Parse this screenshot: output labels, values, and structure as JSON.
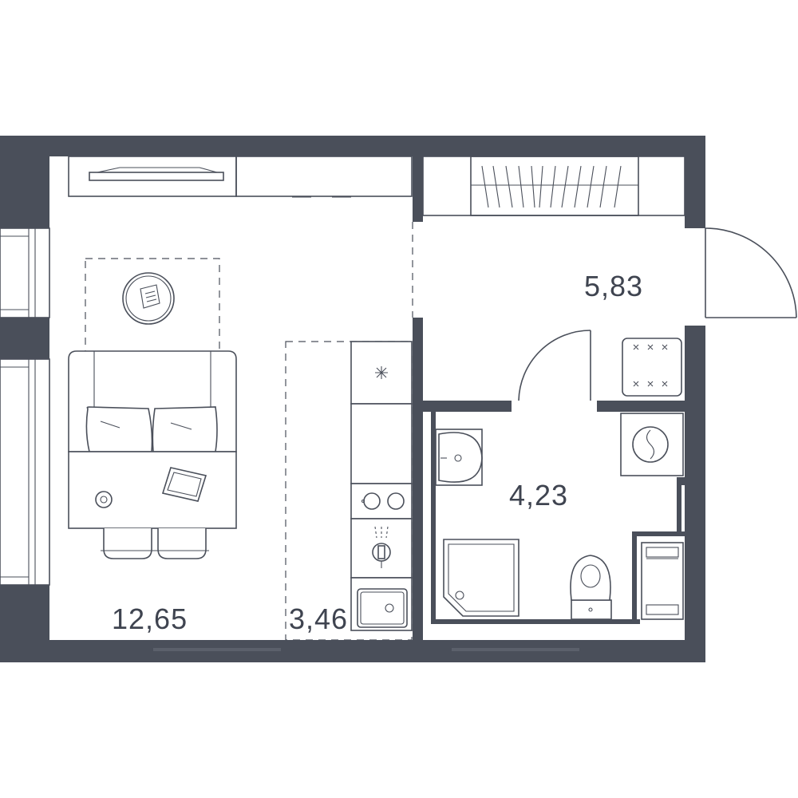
{
  "rooms": [
    {
      "id": "living",
      "area": "12,65"
    },
    {
      "id": "kitchen",
      "area": "3,46"
    },
    {
      "id": "hall",
      "area": "5,83"
    },
    {
      "id": "bathroom",
      "area": "4,23"
    }
  ],
  "colors": {
    "wall": "#4a4f5a",
    "background": "#ffffff"
  },
  "icons": [
    "window-icon",
    "tv-icon",
    "wardrobe-icon",
    "rug-icon",
    "sofa-icon",
    "table-icon",
    "laptop-icon",
    "chair-icon",
    "fridge-icon",
    "stove-icon",
    "faucet-icon",
    "sink-icon",
    "washbasin-icon",
    "shower-icon",
    "toilet-icon",
    "washing-machine-icon",
    "shelf-icon",
    "door-icon",
    "electrical-panel-icon"
  ]
}
